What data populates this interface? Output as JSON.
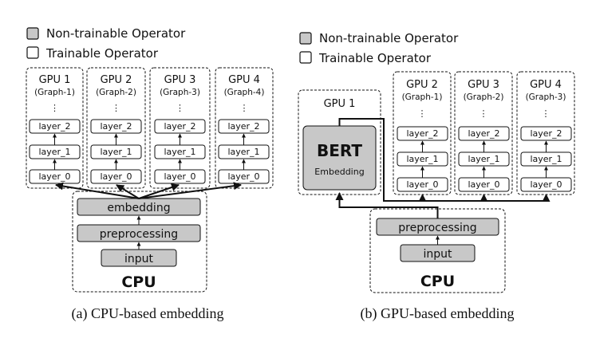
{
  "legend": {
    "non_trainable": "Non-trainable Operator",
    "trainable": "Trainable Operator"
  },
  "layers": [
    "layer_0",
    "layer_1",
    "layer_2"
  ],
  "ellipsis": "⋮",
  "panel_a": {
    "gpus": [
      {
        "name": "GPU 1",
        "graph": "(Graph-1)"
      },
      {
        "name": "GPU 2",
        "graph": "(Graph-2)"
      },
      {
        "name": "GPU 3",
        "graph": "(Graph-3)"
      },
      {
        "name": "GPU 4",
        "graph": "(Graph-4)"
      }
    ],
    "cpu_ops": {
      "embedding": "embedding",
      "preprocessing": "preprocessing",
      "input": "input"
    },
    "cpu_label": "CPU",
    "caption": "(a)  CPU-based embedding"
  },
  "panel_b": {
    "gpu1": {
      "name": "GPU 1",
      "bert": "BERT",
      "bert_sub": "Embedding"
    },
    "gpus": [
      {
        "name": "GPU 2",
        "graph": "(Graph-1)"
      },
      {
        "name": "GPU 3",
        "graph": "(Graph-2)"
      },
      {
        "name": "GPU 4",
        "graph": "(Graph-3)"
      }
    ],
    "cpu_ops": {
      "preprocessing": "preprocessing",
      "input": "input"
    },
    "cpu_label": "CPU",
    "caption": "(b)  GPU-based embedding"
  },
  "colors": {
    "non_trainable_fill": "#c8c8c8",
    "trainable_fill": "#ffffff",
    "stroke": "#111111"
  }
}
